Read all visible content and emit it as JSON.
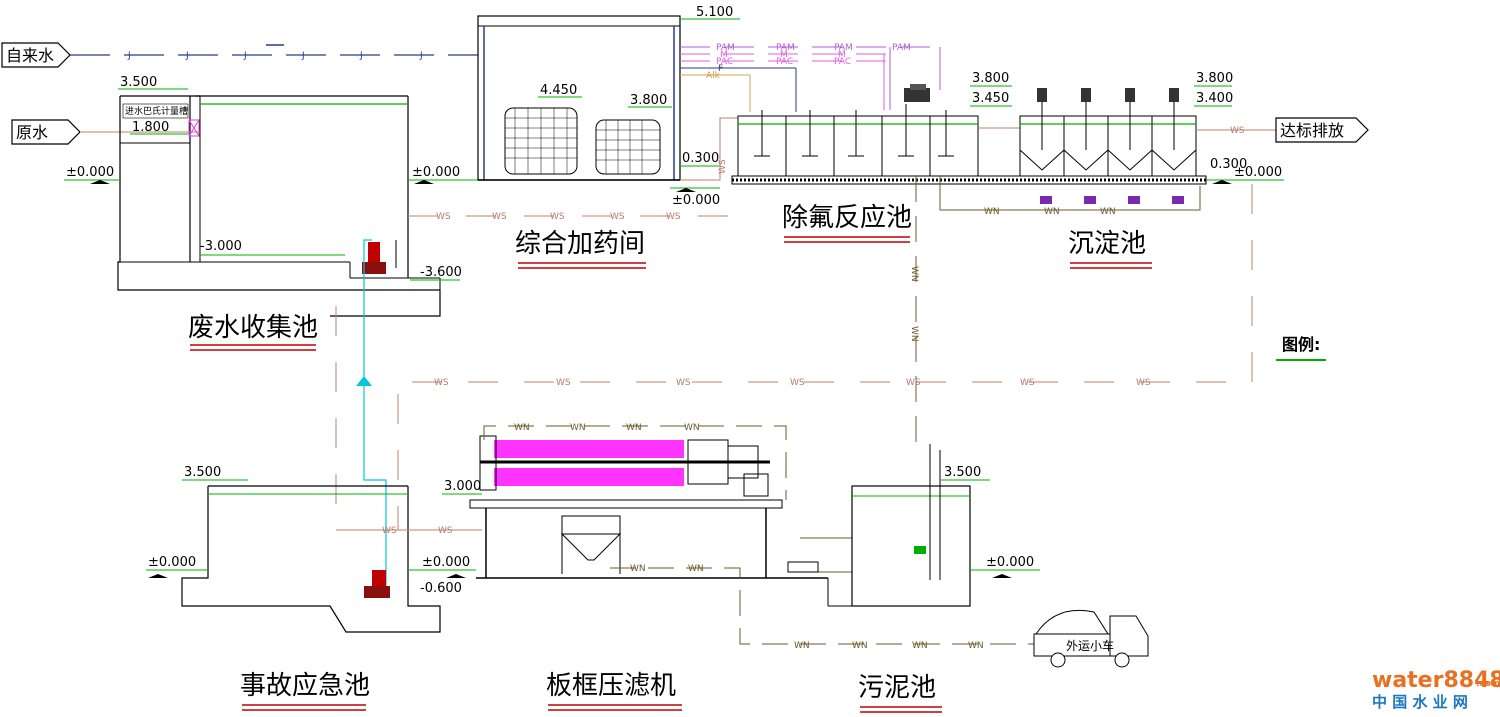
{
  "inputs": {
    "tap_water": "自来水",
    "raw_water": "原水"
  },
  "output": {
    "discharge": "达标排放"
  },
  "units": {
    "wastewater_tank": "废水收集池",
    "dosing_room": "综合加药间",
    "defluoride_tank": "除氟反应池",
    "sedimentation_tank": "沉淀池",
    "emergency_tank": "事故应急池",
    "filter_press": "板框压滤机",
    "sludge_tank": "污泥池"
  },
  "legend_title": "图例:",
  "truck_label": "外运小车",
  "flume_label": "进水巴氏计量槽",
  "elevations": {
    "e1": "3.500",
    "e2": "1.800",
    "e3": "±0.000",
    "e4": "±0.000",
    "e5": "-3.000",
    "e6": "-3.600",
    "e7": "5.100",
    "e8": "4.450",
    "e9": "3.800",
    "e10": "0.300",
    "e11": "±0.000",
    "e12": "3.800",
    "e13": "3.450",
    "e14": "3.800",
    "e15": "3.400",
    "e16": "0.300",
    "e17": "±0.000",
    "e18": "3.500",
    "e19": "±0.000",
    "e20": "±0.000",
    "e21": "-0.600",
    "e22": "3.000",
    "e23": "3.500",
    "e24": "±0.000"
  },
  "pipes": {
    "ws": "WS",
    "wn": "WN",
    "j": "J",
    "pam": "PAM",
    "m": "M",
    "pac": "PAC",
    "f": "F",
    "alk": "Alk"
  },
  "watermark": {
    "brand": "water8848",
    "domain": ".com",
    "cn": "中 国 水 业 网"
  },
  "colors": {
    "water_green": "#00b000",
    "pipe_ws": "#c0806a",
    "pipe_wn": "#6b5a2a",
    "pipe_j": "#2a3a8a",
    "dose_pam": "#b060d0",
    "dose_pac": "#e060e0",
    "underline": "#c00000",
    "filter": "#ff33ff"
  }
}
